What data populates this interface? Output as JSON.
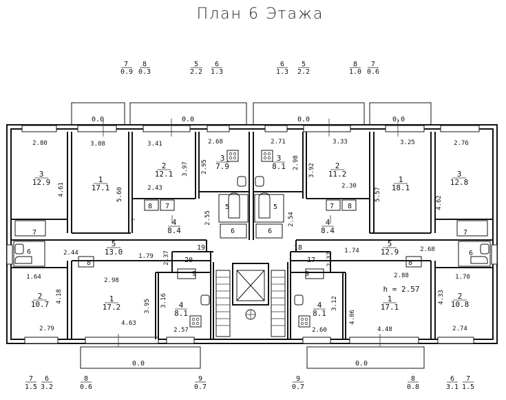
{
  "title": "План 6 Этажа",
  "height_label": "h = 2.57",
  "top_fractions": [
    {
      "num": "7",
      "den": "0.9"
    },
    {
      "num": "8",
      "den": "0.3"
    },
    {
      "num": "5",
      "den": "2.2"
    },
    {
      "num": "6",
      "den": "1.3"
    },
    {
      "num": "6",
      "den": "1.3"
    },
    {
      "num": "5",
      "den": "2.2"
    },
    {
      "num": "8",
      "den": "1.0"
    },
    {
      "num": "7",
      "den": "0.6"
    }
  ],
  "bottom_fractions": [
    {
      "num": "7",
      "den": "1.5"
    },
    {
      "num": "6",
      "den": "3.2"
    },
    {
      "num": "8",
      "den": "0.6"
    },
    {
      "num": "9",
      "den": "0.7"
    },
    {
      "num": "9",
      "den": "0.7"
    },
    {
      "num": "8",
      "den": "0.8"
    },
    {
      "num": "6",
      "den": "3.1"
    },
    {
      "num": "7",
      "den": "1.5"
    }
  ],
  "balconies": [
    "0.0",
    "0.0",
    "0.0",
    "0.0",
    "0.0",
    "0.0"
  ],
  "rooms": [
    {
      "num": "3",
      "area": "12.9"
    },
    {
      "num": "1",
      "area": "17.1"
    },
    {
      "num": "2",
      "area": "12.1"
    },
    {
      "num": "3",
      "area": "7.9"
    },
    {
      "num": "3",
      "area": "8.1"
    },
    {
      "num": "2",
      "area": "11.2"
    },
    {
      "num": "1",
      "area": "18.1"
    },
    {
      "num": "3",
      "area": "12.8"
    },
    {
      "num": "4",
      "area": "8.4"
    },
    {
      "num": "4",
      "area": "8.4"
    },
    {
      "num": "5",
      "area": "13.0"
    },
    {
      "num": "5",
      "area": "12.9"
    },
    {
      "num": "2",
      "area": "10.7"
    },
    {
      "num": "1",
      "area": "17.2"
    },
    {
      "num": "4",
      "area": "8.1"
    },
    {
      "num": "4",
      "area": "8.1"
    },
    {
      "num": "1",
      "area": "17.1"
    },
    {
      "num": "2",
      "area": "10.8"
    }
  ],
  "small_rooms": [
    "7",
    "6",
    "8",
    "7",
    "5",
    "6",
    "6",
    "5",
    "8",
    "7",
    "7",
    "6",
    "8",
    "9",
    "9",
    "8",
    "19",
    "18",
    "20",
    "17"
  ],
  "dimensions": [
    "2.80",
    "3.08",
    "3.41",
    "2.68",
    "2.71",
    "3.33",
    "3.25",
    "2.76",
    "4.61",
    "5.60",
    "3.97",
    "2.95",
    "2.43",
    "2.98",
    "3.92",
    "2.30",
    "5.57",
    "4.62",
    "2.55",
    "2.54",
    "2.44",
    "1.79",
    "2.37",
    "2.37",
    "1.74",
    "2.68",
    "1.64",
    "2.98",
    "2.88",
    "1.70",
    "4.18",
    "3.95",
    "3.16",
    "3.12",
    "4.06",
    "4.33",
    "2.79",
    "4.63",
    "2.57",
    "2.60",
    "4.48",
    "2.74"
  ]
}
